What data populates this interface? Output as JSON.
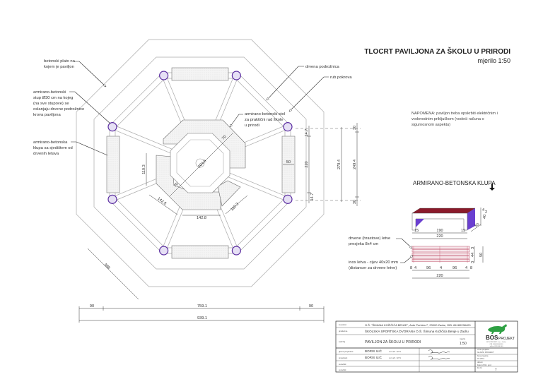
{
  "drawing": {
    "title": "TLOCRT PAVILJONA ZA ŠKOLU U PRIRODI",
    "scale": "mjerilo 1:50",
    "note_lines": [
      "NAPOMENA: paviljon treba opskrbiti električnim i",
      "vodovodnim priključkom (vodeći računa o",
      "sigurnosnom aspektu)"
    ],
    "labels": {
      "plato": [
        "betonski plato na",
        "kojem je paviljon"
      ],
      "stup": [
        "armirano-betonski",
        "stup Ø30 cm na kojeg",
        "(na sve stupove) se",
        "oslanjaju drvene podrožnice",
        "krova paviljona"
      ],
      "klupa": [
        "armirano-betonska",
        "klupa sa sjedištem od",
        "drvenih letava"
      ],
      "stol": [
        "armirano-betonski stol",
        "za praktični rad škole",
        "u prirodi"
      ],
      "podroznica": "drvena podrožnica",
      "pokrov": "rub pokrova"
    },
    "dimensions": {
      "bottom_left": "90",
      "bottom_mid": "759.1",
      "bottom_right": "90",
      "total": "939.1",
      "diag": "388",
      "right_a": "14.7",
      "right_b": "220",
      "right_c": "14.7",
      "right_d": "279.4",
      "right_e": "249.4",
      "right_f": "30",
      "right_g": "30",
      "bench_w": "50",
      "table_a": "110.3",
      "table_b": "142.8",
      "table_c": "142.8",
      "table_d": "110.3",
      "table_e": "70",
      "table_f": "70",
      "table_g": "204.6"
    },
    "bench_detail": {
      "title": "ARMIRANO-BETONSKA KLUPA",
      "label_letve": [
        "drvene (hrastove) letve",
        "presjeka 8x4 cm"
      ],
      "label_inox": [
        "inox letva - cijev 40x20 mm",
        "(distancer za drvene letve)"
      ],
      "dims_top": [
        "15",
        "190",
        "15"
      ],
      "total_top": "220",
      "depth": "50",
      "height": "40",
      "height_a": "4",
      "height_b": "2",
      "dims_plan": [
        "8",
        "4",
        "96",
        "4",
        "96",
        "4",
        "8"
      ],
      "total_plan": "220",
      "plan_side": [
        "3",
        "44",
        "3"
      ],
      "plan_total": "50"
    }
  },
  "title_block": {
    "row_labels": [
      "investitor",
      "građevina",
      "sadržaj",
      "glavni projektant",
      "projektant",
      "suradnik",
      "suradnik"
    ],
    "investor": "O.Š. \"ŠIMUNA KOŽIČIĆA BENJE\", Ante Perkića 7, 23000 Zadar, OIB: 84180298400",
    "building": "ŠKOLSKA SPORTSKA DVORANA O.Š. Šimuna Kožičića Benje u Zadru",
    "content": "PAVILJON ZA ŠKOLU U PRIRODI",
    "scale_label": "mjerilo",
    "scale": "1:50",
    "designer1": "BORIS ILIĆ",
    "designer2": "BORIS ILIĆ",
    "designer1_id": "ovl. arh. 3271",
    "designer2_id": "ovl. arh. 3271",
    "company": "BOS",
    "company_sub": "PROJEKT",
    "company_info": [
      "BOS PROJEKT d.o.o. Zadar",
      "OIB 000000000000",
      "tel/fax 023 000 000"
    ],
    "right_rows": [
      {
        "label": "vrsta projekta",
        "value": "GLAVNI PROJEKT"
      },
      {
        "label": "broj projekta",
        "value": "07-2011"
      },
      {
        "label": "datum",
        "value": "lipanj 2011. god."
      },
      {
        "label": "list br.",
        "value": "7"
      }
    ],
    "brand_color": "#2ea043"
  }
}
